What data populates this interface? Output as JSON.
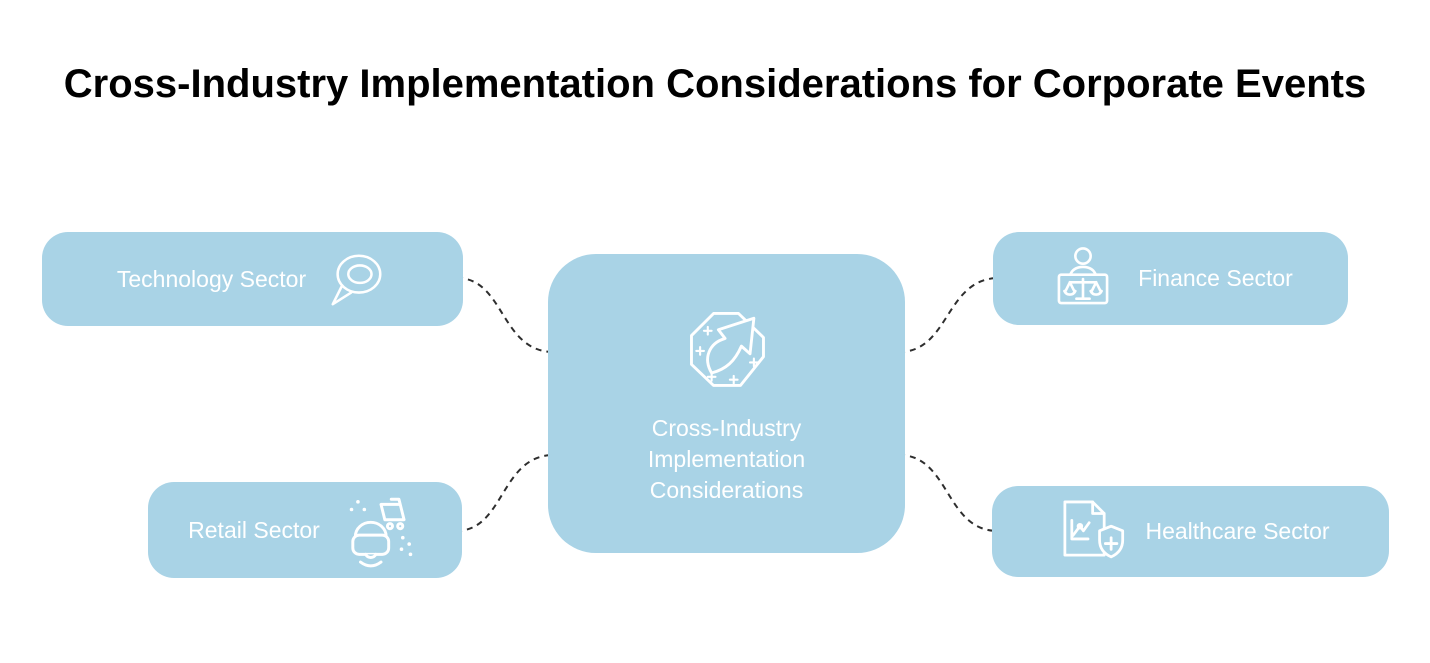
{
  "title": "Cross-Industry Implementation Considerations for Corporate Events",
  "center_node": {
    "label": "Cross-Industry Implementation Considerations",
    "icon": "growth-arrow-badge-icon"
  },
  "nodes": [
    {
      "id": "technology",
      "label": "Technology Sector",
      "icon": "speech-bubble-icon",
      "icon_side": "right"
    },
    {
      "id": "retail",
      "label": "Retail Sector",
      "icon": "vr-headset-shopping-cart-icon",
      "icon_side": "right"
    },
    {
      "id": "finance",
      "label": "Finance Sector",
      "icon": "person-balance-scale-icon",
      "icon_side": "left"
    },
    {
      "id": "healthcare",
      "label": "Healthcare Sector",
      "icon": "medical-report-shield-icon",
      "icon_side": "left"
    }
  ],
  "colors": {
    "background": "#ffffff",
    "node_fill": "#A9D3E6",
    "node_text": "#ffffff",
    "title_text": "#000000",
    "connector": "#2e2e2e"
  }
}
